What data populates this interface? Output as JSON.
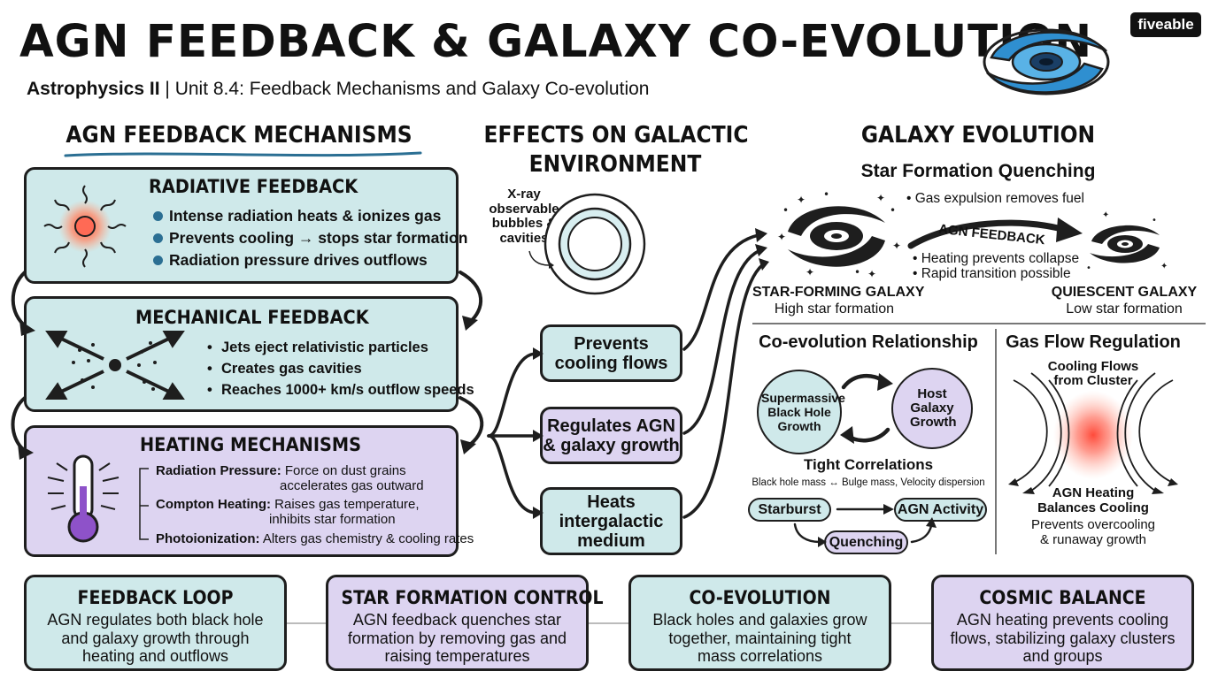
{
  "header": {
    "title": "AGN FEEDBACK & GALAXY CO-EVOLUTION",
    "subtitle_course": "Astrophysics II",
    "subtitle_unit": "| Unit 8.4: Feedback Mechanisms and Galaxy Co-evolution",
    "brand": "fiveable"
  },
  "mechanisms": {
    "heading": "AGN FEEDBACK MECHANISMS",
    "radiative": {
      "title": "RADIATIVE FEEDBACK",
      "bullets": [
        "Intense radiation heats & ionizes gas",
        "Prevents cooling → stops star formation",
        "Radiation pressure drives outflows"
      ]
    },
    "mechanical": {
      "title": "MECHANICAL FEEDBACK",
      "bullets": [
        "Jets eject relativistic particles",
        "Creates gas cavities",
        "Reaches 1000+ km/s outflow speeds"
      ]
    },
    "heating": {
      "title": "HEATING MECHANISMS",
      "items": [
        {
          "label": "Radiation Pressure:",
          "text": "Force on dust grains",
          "text2": "accelerates gas outward"
        },
        {
          "label": "Compton Heating:",
          "text": "Raises gas temperature,",
          "text2": "inhibits star formation"
        },
        {
          "label": "Photoionization:",
          "text": "Alters gas chemistry & cooling rates",
          "text2": ""
        }
      ]
    }
  },
  "effects": {
    "heading_line1": "EFFECTS ON GALACTIC",
    "heading_line2": "ENVIRONMENT",
    "xray_label": [
      "X-ray",
      "observable",
      "bubbles &",
      "cavities"
    ],
    "boxes": [
      {
        "line1": "Prevents",
        "line2": "cooling flows",
        "line3": ""
      },
      {
        "line1": "Regulates AGN",
        "line2": "& galaxy growth",
        "line3": ""
      },
      {
        "line1": "Heats",
        "line2": "intergalactic",
        "line3": "medium"
      }
    ]
  },
  "evolution": {
    "heading": "GALAXY EVOLUTION",
    "quenching": {
      "title": "Star Formation Quenching",
      "note_top": "• Gas expulsion removes fuel",
      "arrow_label": "AGN FEEDBACK",
      "note_bottom1": "• Heating prevents collapse",
      "note_bottom2": "• Rapid transition possible",
      "star_forming_title": "STAR-FORMING GALAXY",
      "star_forming_sub": "High star formation",
      "quiescent_title": "QUIESCENT GALAXY",
      "quiescent_sub": "Low star formation"
    },
    "coevolution": {
      "title": "Co-evolution Relationship",
      "smbh": "Supermassive Black Hole Growth",
      "host": "Host Galaxy Growth",
      "correlations_title": "Tight Correlations",
      "correlations_text": "Black hole mass ↔ Bulge mass, Velocity dispersion",
      "starburst": "Starburst",
      "agn_activity": "AGN Activity",
      "quenching": "Quenching"
    },
    "gasflow": {
      "title": "Gas Flow Regulation",
      "cooling1": "Cooling Flows",
      "cooling2": "from Cluster",
      "agn1": "AGN Heating",
      "agn2": "Balances Cooling",
      "prevents1": "Prevents overcooling",
      "prevents2": "& runaway growth"
    }
  },
  "bottom": [
    {
      "title": "FEEDBACK LOOP",
      "l1": "AGN regulates both black hole",
      "l2": "and galaxy growth through",
      "l3": "heating and outflows"
    },
    {
      "title": "STAR FORMATION CONTROL",
      "l1": "AGN feedback quenches star",
      "l2": "formation by removing gas and",
      "l3": "raising temperatures"
    },
    {
      "title": "CO-EVOLUTION",
      "l1": "Black holes and galaxies grow",
      "l2": "together, maintaining tight",
      "l3": "mass correlations"
    },
    {
      "title": "COSMIC BALANCE",
      "l1": "AGN heating prevents cooling",
      "l2": "flows, stabilizing galaxy clusters",
      "l3": "and groups"
    }
  ],
  "colors": {
    "teal": "#cfe9ea",
    "purple": "#ddd4f1",
    "accent_blue": "#2b6f93",
    "heat_red": "#ff5a4a"
  }
}
